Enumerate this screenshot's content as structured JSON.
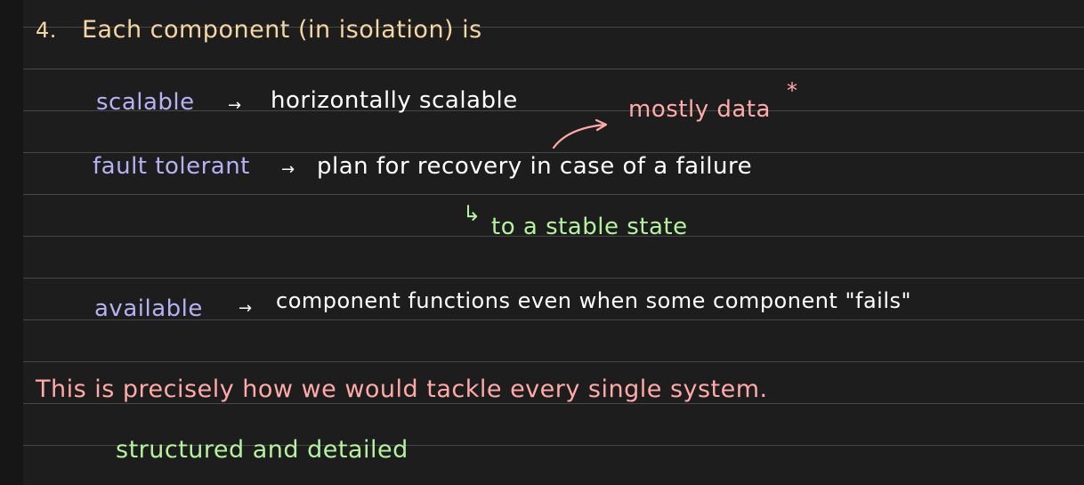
{
  "colors": {
    "background": "#1d1d1d",
    "rule_line": "#474747",
    "yellow_ink": "#f3d6a4",
    "white_ink": "#ffffff",
    "purple_ink": "#b7b0f4",
    "pink_ink": "#ffaaa8",
    "green_ink": "#b5f29f"
  },
  "heading": {
    "number": "4.",
    "text": "Each component (in isolation) is"
  },
  "properties": [
    {
      "term": "scalable",
      "arrow": "→",
      "description": "horizontally scalable"
    },
    {
      "term": "fault tolerant",
      "arrow": "→",
      "description": "plan for recovery in case of a failure"
    },
    {
      "term": "available",
      "arrow": "→",
      "description": "component functions even when some component \"fails\""
    }
  ],
  "annotations": {
    "mostly_data": "mostly data",
    "asterisk": "*",
    "hook_arrow": "↳",
    "stable_state": "to a stable state"
  },
  "conclusion": {
    "line1": "This is precisely how we would tackle every single system.",
    "line2": "structured and detailed"
  }
}
